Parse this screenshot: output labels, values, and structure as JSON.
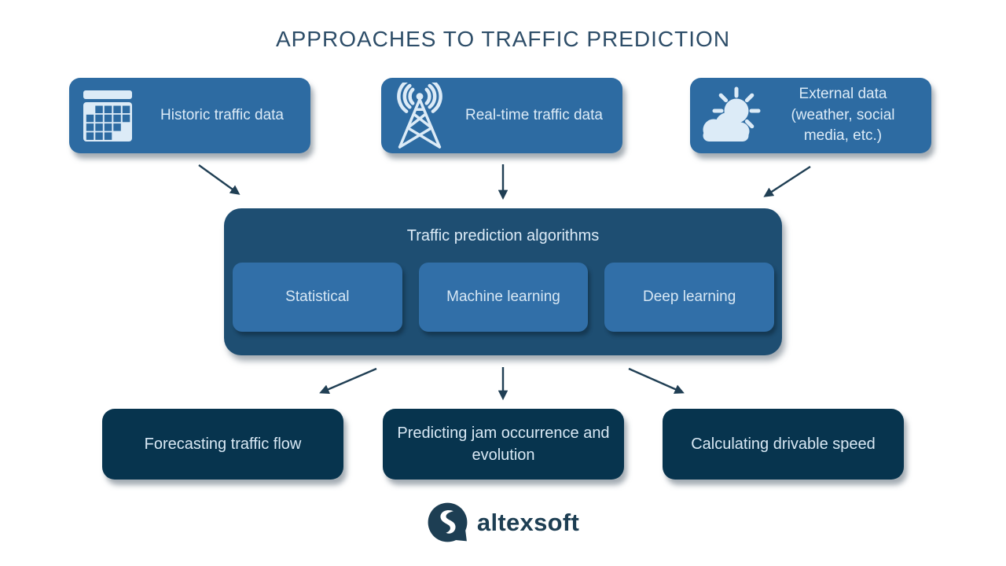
{
  "title": "APPROACHES TO TRAFFIC PREDICTION",
  "sources": [
    {
      "label": "Historic traffic data",
      "icon": "calendar-icon"
    },
    {
      "label": "Real-time traffic data",
      "icon": "radio-tower-icon"
    },
    {
      "label": "External data (weather, social media, etc.)",
      "icon": "sun-cloud-icon"
    }
  ],
  "algorithms": {
    "title": "Traffic prediction algorithms",
    "items": [
      {
        "label": "Statistical"
      },
      {
        "label": "Machine learning"
      },
      {
        "label": "Deep learning"
      }
    ]
  },
  "outcomes": [
    {
      "label": "Forecasting traffic flow"
    },
    {
      "label": "Predicting jam occurrence and evolution"
    },
    {
      "label": "Calculating drivable speed"
    }
  ],
  "footer": {
    "brand": "altexsoft"
  },
  "colors": {
    "source_box": "#2d6ba2",
    "algorithms_container": "#1e4e72",
    "algorithm_box": "#316fa8",
    "outcome_box": "#07344e",
    "box_text": "#dcebf7",
    "title_text": "#2d4d68",
    "arrow": "#203f54",
    "brand_navy": "#1d3e53",
    "background": "#ffffff"
  }
}
